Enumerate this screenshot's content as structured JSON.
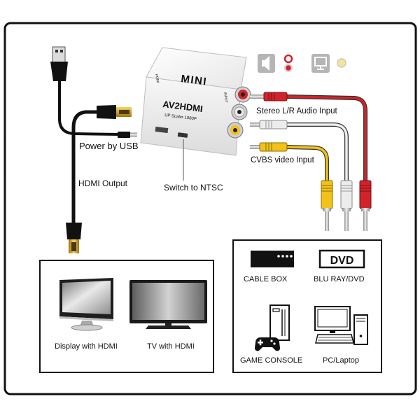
{
  "diagram": {
    "converter": {
      "brand": "MINI",
      "model": "AV2HDMI",
      "subtitle": "UP Scaler 1080P",
      "port_hdmi": "HDMI",
      "port_input": "INPUT"
    },
    "labels": {
      "power": "Power by USB",
      "hdmi_output": "HDMI Output",
      "switch": "Switch to NTSC",
      "audio_input": "Stereo L/R Audio Input",
      "video_input": "CVBS video Input"
    },
    "legend_icons": [
      "speaker-icon",
      "rca-audio-jacks-icon",
      "monitor-icon",
      "rca-video-jack-icon"
    ],
    "outputs": [
      {
        "label": "Display with HDMI",
        "icon": "monitor-icon"
      },
      {
        "label": "TV with HDMI",
        "icon": "tv-icon"
      }
    ],
    "sources": [
      {
        "label": "CABLE BOX",
        "icon": "cable-box-icon"
      },
      {
        "label": "BLU RAY/DVD",
        "icon": "dvd-icon",
        "badge": "DVD"
      },
      {
        "label": "GAME CONSOLE",
        "icon": "game-console-icon"
      },
      {
        "label": "PC/Laptop",
        "icon": "pc-icon"
      }
    ],
    "colors": {
      "audio_red": "#d2232a",
      "audio_white": "#ececec",
      "video_yellow": "#f2c21b",
      "hdmi_gold": "#d9a520",
      "legend_yellow": "#f6e58d"
    }
  }
}
